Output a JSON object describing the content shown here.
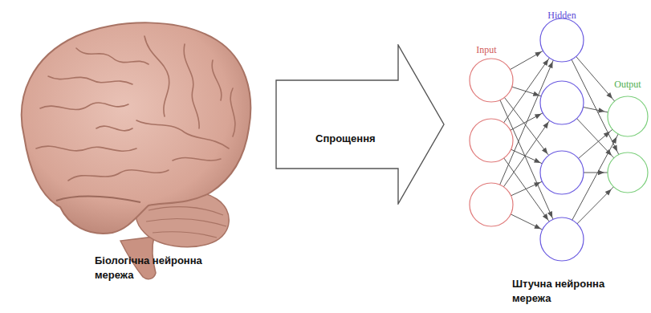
{
  "diagram": {
    "nodes": [
      {
        "text": [
          "Спрощення"
        ]
      }
    ],
    "labels": [
      "Hidden",
      "Input",
      "Output",
      "Біологічна нейронна мережа",
      "Штучна нейронна мережа"
    ]
  }
}
